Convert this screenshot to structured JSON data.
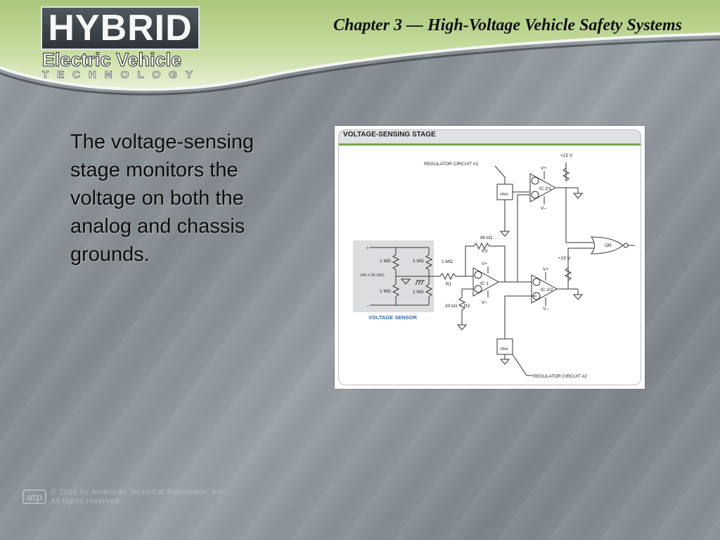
{
  "logo": {
    "word": "HYBRID",
    "subtitle": "Electric Vehicle",
    "tagline": "TECHNOLOGY"
  },
  "header": {
    "chapter_title": "Chapter 3 — High-Voltage Vehicle Safety Systems"
  },
  "body": {
    "text": "The voltage-sensing stage monitors the voltage on both the analog and chassis grounds."
  },
  "figure": {
    "title": "VOLTAGE-SENSING STAGE",
    "labels": {
      "plus15_top": "+15 V",
      "reg1": "REGULATOR CIRCUIT #1",
      "reg2": "REGULATOR CIRCUIT #2",
      "vplus_top": "V+",
      "vminus_top": "V–",
      "ic21": "IC 2/1",
      "ic22": "IC 2/2",
      "ic1": "IC 1",
      "r90k": "90 kΩ",
      "r3": "R3",
      "r1m_in": "1 MΩ",
      "r1": "R1",
      "r20k": "20 kΩ",
      "r2": "R2",
      "vplus_ic1": "V+",
      "vminus_ic1": "V–",
      "plus15_mid": "+15 V",
      "vplus_ic22": "V+",
      "vminus_ic22": "V–",
      "or_gate": "OR",
      "vref": "VRef",
      "sensor_plus": "+",
      "sensor_minus": "–",
      "s_r1": "1 MΩ",
      "s_r2": "1 MΩ",
      "s_r3": "1 MΩ",
      "s_r4": "1 MΩ",
      "v_in": "VIN = 20 VDC",
      "voltage_sensor": "VOLTAGE SENSOR"
    }
  },
  "footer": {
    "badge": "atp",
    "line1": "© 2010 by American Technical Publishers, Inc.",
    "line2": "All rights reserved"
  },
  "colors": {
    "header_green": "#c3d99a",
    "figure_rule": "#74a84a",
    "sensor_label": "#2a6db0"
  }
}
